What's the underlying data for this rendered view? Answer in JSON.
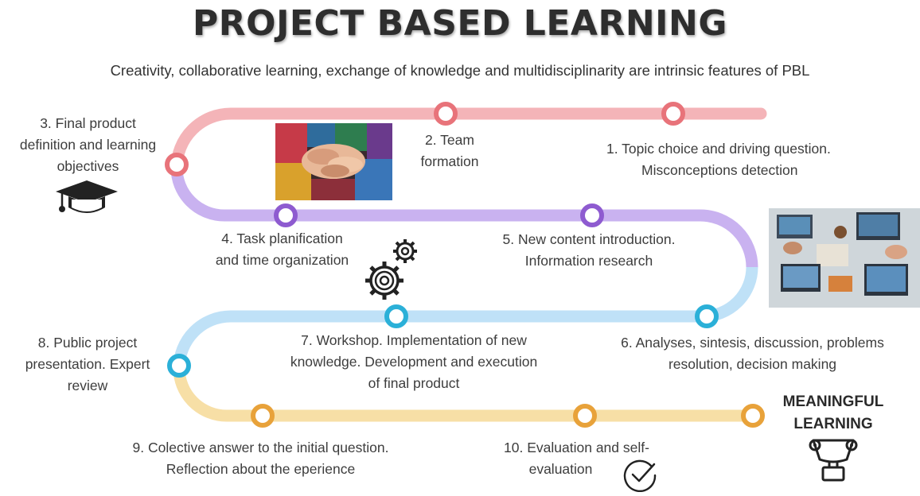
{
  "header": {
    "title": "PROJECT BASED LEARNING",
    "subtitle": "Creativity, collaborative learning, exchange of knowledge and multidisciplinarity are intrinsic features of PBL"
  },
  "steps": [
    {
      "id": 1,
      "lines": [
        "1. Topic choice and driving question.",
        "Misconceptions detection"
      ],
      "color": "#e8737a"
    },
    {
      "id": 2,
      "lines": [
        "2. Team",
        "formation"
      ],
      "color": "#e8737a"
    },
    {
      "id": 3,
      "lines": [
        "3. Final product",
        "definition and learning",
        "objectives"
      ],
      "color": "#e8737a"
    },
    {
      "id": 4,
      "lines": [
        "4. Task planification",
        "and time organization"
      ],
      "color": "#8e5bd0"
    },
    {
      "id": 5,
      "lines": [
        "5. New content introduction.",
        "Information research"
      ],
      "color": "#8e5bd0"
    },
    {
      "id": 6,
      "lines": [
        "6. Analyses, sintesis, discussion, problems",
        "resolution, decision making"
      ],
      "color": "#2bb0d8"
    },
    {
      "id": 7,
      "lines": [
        "7. Workshop. Implementation of new",
        "knowledge. Development and execution",
        "of final product"
      ],
      "color": "#2bb0d8"
    },
    {
      "id": 8,
      "lines": [
        "8. Public project",
        "presentation. Expert",
        "review"
      ],
      "color": "#2bb0d8"
    },
    {
      "id": 9,
      "lines": [
        "9. Colective answer to the initial question.",
        "Reflection about the eperience"
      ],
      "color": "#e8a23a"
    },
    {
      "id": 10,
      "lines": [
        "10. Evaluation and self-",
        "evaluation"
      ],
      "color": "#e8a23a"
    }
  ],
  "outcome": {
    "lines": [
      "MEANINGFUL",
      "LEARNING"
    ],
    "color": "#e8a23a"
  },
  "track_colors": {
    "pink": "#f4b4b8",
    "purple": "#c9b2f0",
    "blue": "#bfe1f7",
    "yellow": "#f7dfa6"
  },
  "icons": [
    "graduation-cap-icon",
    "gears-icon",
    "checkmark-circle-icon",
    "trophy-icon"
  ]
}
